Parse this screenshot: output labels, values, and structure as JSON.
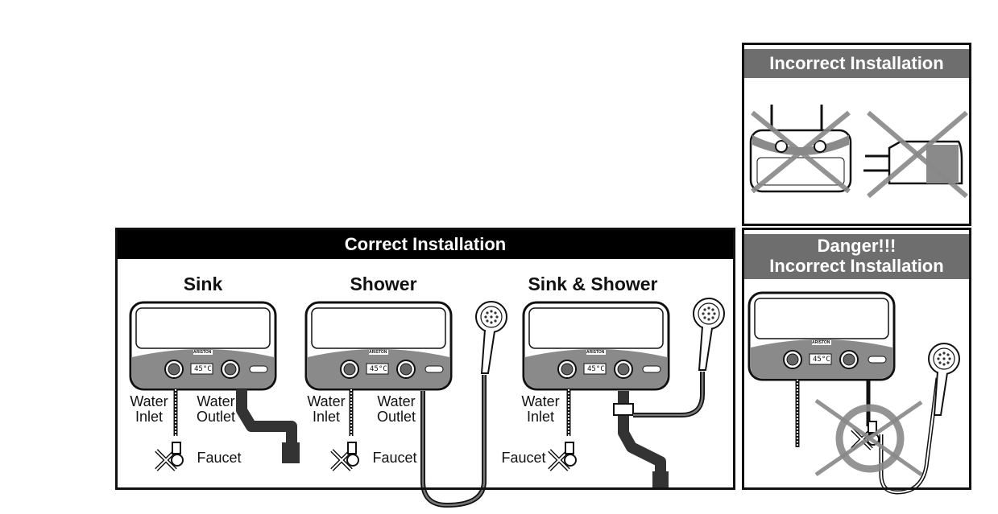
{
  "incorrect_panel": {
    "title": "Incorrect Installation"
  },
  "correct_panel": {
    "title": "Correct Installation",
    "sections": [
      {
        "title": "Sink"
      },
      {
        "title": "Shower"
      },
      {
        "title": "Sink & Shower"
      }
    ]
  },
  "danger_panel": {
    "title_line1": "Danger!!!",
    "title_line2": "Incorrect Installation"
  },
  "heater": {
    "brand": "ARISTON",
    "display": "45°C"
  },
  "labels": {
    "water": "Water",
    "inlet": "Inlet",
    "outlet": "Outlet",
    "faucet": "Faucet"
  },
  "colors": {
    "title_bar_correct": "#000000",
    "title_bar_incorrect": "#6e6e6e",
    "heater_bottom": "#8a8a8a"
  }
}
